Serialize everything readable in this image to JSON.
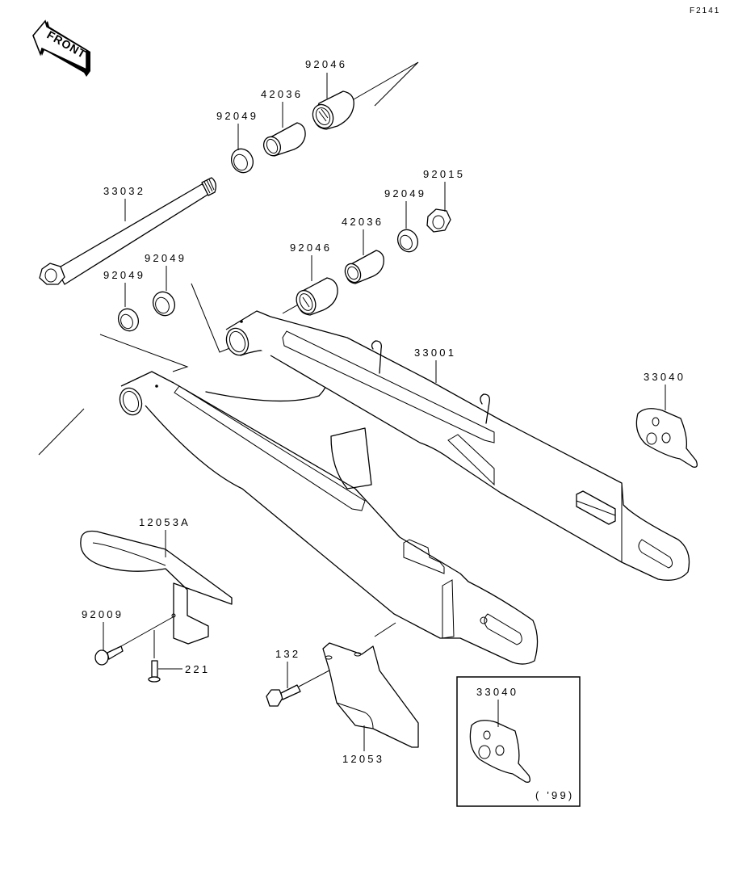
{
  "diagram": {
    "figure_code": "F2141",
    "front_indicator": "FRONT",
    "inset_note": "( '99)",
    "parts": [
      {
        "id": "p1",
        "number": "92046",
        "description": "needle bearing (upper)"
      },
      {
        "id": "p2",
        "number": "42036",
        "description": "sleeve (upper)"
      },
      {
        "id": "p3",
        "number": "92049",
        "description": "oil seal (upper)"
      },
      {
        "id": "p4",
        "number": "33032",
        "description": "pivot shaft"
      },
      {
        "id": "p5",
        "number": "92015",
        "description": "nut"
      },
      {
        "id": "p6",
        "number": "92049",
        "description": "oil seal (right)"
      },
      {
        "id": "p7",
        "number": "42036",
        "description": "sleeve (right)"
      },
      {
        "id": "p8",
        "number": "92046",
        "description": "needle bearing (right)"
      },
      {
        "id": "p9",
        "number": "92049",
        "description": "oil seal (left outer)"
      },
      {
        "id": "p10",
        "number": "92049",
        "description": "oil seal (left inner)"
      },
      {
        "id": "p11",
        "number": "33001",
        "description": "swingarm"
      },
      {
        "id": "p12",
        "number": "33040",
        "description": "chain adjuster"
      },
      {
        "id": "p13",
        "number": "12053A",
        "description": "chain slider"
      },
      {
        "id": "p14",
        "number": "92009",
        "description": "screw"
      },
      {
        "id": "p15",
        "number": "221",
        "description": "screw"
      },
      {
        "id": "p16",
        "number": "132",
        "description": "bolt"
      },
      {
        "id": "p17",
        "number": "12053",
        "description": "chain guide"
      },
      {
        "id": "p18",
        "number": "33040",
        "description": "chain adjuster ('99 inset)"
      }
    ]
  }
}
